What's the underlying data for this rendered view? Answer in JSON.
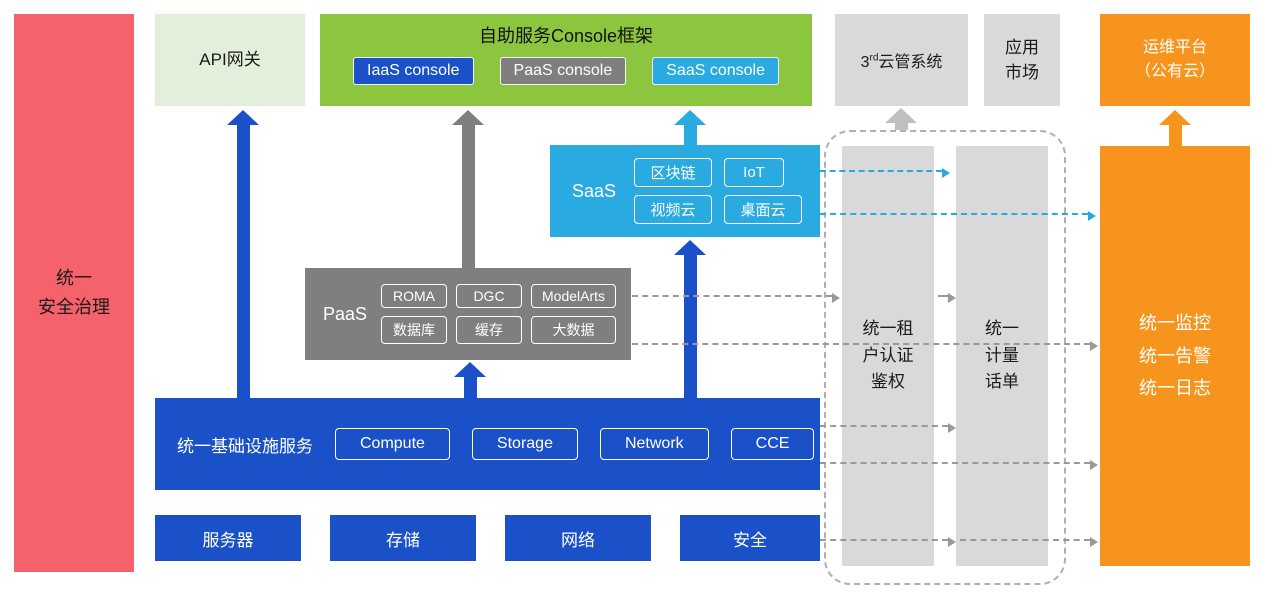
{
  "colors": {
    "red": "#F5626B",
    "pale_green": "#E2EFDA",
    "green": "#8CC63E",
    "blue": "#1A50C8",
    "gray": "#7F7F7F",
    "light_gray": "#D9D9D9",
    "cyan": "#29ABE2",
    "orange": "#F7941D",
    "dashed_border": "#B0B0B0",
    "connector_gray": "#999999"
  },
  "security_bar": {
    "label": "统一\n安全治理"
  },
  "api_gateway": {
    "label": "API网关"
  },
  "console": {
    "title": "自助服务Console框架",
    "iaas": "IaaS console",
    "paas": "PaaS console",
    "saas": "SaaS console"
  },
  "third_cloud": {
    "prefix": "3",
    "sup": "rd",
    "suffix": "云管系统"
  },
  "app_market": {
    "label": "应用\n市场"
  },
  "om_platform": {
    "label": "运维平台\n（公有云）"
  },
  "saas": {
    "label": "SaaS",
    "items": [
      "区块链",
      "IoT",
      "视频云",
      "桌面云"
    ]
  },
  "paas": {
    "label": "PaaS",
    "items": [
      "ROMA",
      "DGC",
      "ModelArts",
      "数据库",
      "缓存",
      "大数据"
    ]
  },
  "infra": {
    "label": "统一基础设施服务",
    "items": [
      "Compute",
      "Storage",
      "Network",
      "CCE"
    ]
  },
  "bottom": {
    "items": [
      "服务器",
      "存储",
      "网络",
      "安全"
    ]
  },
  "auth_bar": {
    "label": "统一租\n户认证\n鉴权"
  },
  "metering_bar": {
    "label": "统一\n计量\n话单"
  },
  "monitor_bar": {
    "label": "统一监控\n统一告警\n统一日志"
  }
}
